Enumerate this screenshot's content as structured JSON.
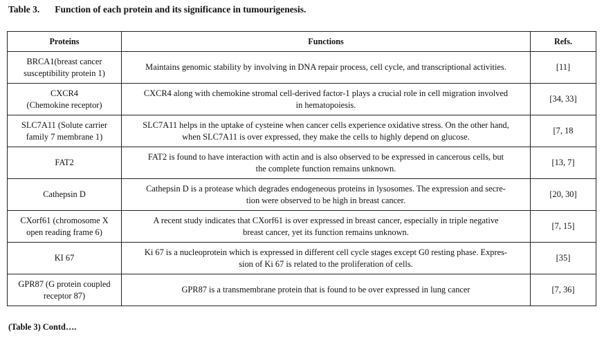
{
  "caption": {
    "label": "Table 3.",
    "title": "Function of each protein and its significance in tumourigenesis."
  },
  "table": {
    "headers": [
      "Proteins",
      "Functions",
      "Refs."
    ],
    "rows": [
      {
        "protein": [
          "BRCA1(breast cancer",
          "susceptibility protein 1)"
        ],
        "function": [
          "Maintains genomic stability by involving in DNA repair process, cell cycle, and transcriptional activities."
        ],
        "refs": "[11]"
      },
      {
        "protein": [
          "CXCR4",
          "(Chemokine receptor)"
        ],
        "function": [
          "CXCR4 along with chemokine stromal cell-derived factor-1 plays a crucial role in cell migration involved",
          "in hematopoiesis."
        ],
        "refs": "[34, 33]"
      },
      {
        "protein": [
          "SLC7A11 (Solute carrier",
          "family 7 membrane 1)"
        ],
        "function": [
          "SLC7A11 helps in the uptake of cysteine when cancer cells experience oxidative stress. On the other hand,",
          "when SLC7A11 is over expressed, they make the cells to highly depend on glucose."
        ],
        "refs": "[7, 18"
      },
      {
        "protein": [
          "FAT2"
        ],
        "function": [
          "FAT2 is found to have interaction with actin and is also observed to be expressed in cancerous cells, but",
          "the complete function remains unknown."
        ],
        "refs": "[13, 7]"
      },
      {
        "protein": [
          "Cathepsin D"
        ],
        "function": [
          "Cathepsin D is a protease which degrades endogeneous proteins in lysosomes. The expression and secre-",
          "tion were observed to be high in breast cancer."
        ],
        "refs": "[20, 30]"
      },
      {
        "protein": [
          "CXorf61 (chromosome X",
          "open reading frame 6)"
        ],
        "function": [
          "A recent study indicates that CXorf61 is over expressed in breast cancer, especially in triple negative",
          "breast cancer, yet its function remains unknown."
        ],
        "refs": "[7, 15]"
      },
      {
        "protein": [
          "KI 67"
        ],
        "function": [
          "Ki 67 is a nucleoprotein which is expressed in different cell cycle stages except G0 resting phase. Expres-",
          "sion of Ki 67 is related to the proliferation of cells."
        ],
        "refs": "[35]"
      },
      {
        "protein": [
          "GPR87 (G protein coupled",
          "receptor 87)"
        ],
        "function": [
          "GPR87 is a transmembrane protein that is found to be over expressed in lung cancer"
        ],
        "refs": "[7, 36]"
      }
    ]
  },
  "footer": "(Table 3) Contd…."
}
